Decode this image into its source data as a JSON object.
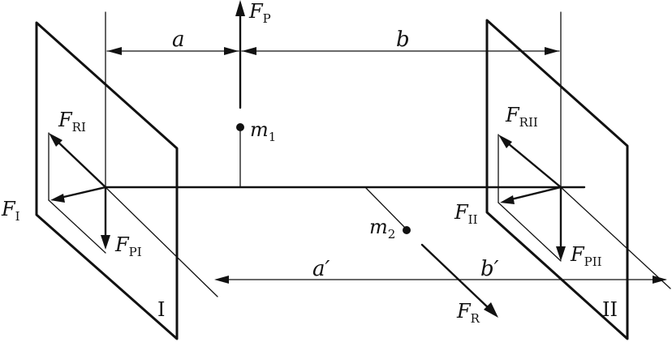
{
  "labels": {
    "FP": {
      "main": "F",
      "sub": "P"
    },
    "FRI": {
      "main": "F",
      "sub": "RI"
    },
    "FI": {
      "main": "F",
      "sub": "I"
    },
    "FPI": {
      "main": "F",
      "sub": "PI"
    },
    "m1": {
      "main": "m",
      "sub": "1"
    },
    "m2": {
      "main": "m",
      "sub": "2"
    },
    "FRII": {
      "main": "F",
      "sub": "RII"
    },
    "FII": {
      "main": "F",
      "sub": "II"
    },
    "FPII": {
      "main": "F",
      "sub": "PII"
    },
    "FR": {
      "main": "F",
      "sub": "R"
    }
  },
  "dimensions": {
    "a": "a",
    "b": "b",
    "a_prime": "a′",
    "b_prime": "b′"
  },
  "planes": {
    "plane1": "I",
    "plane2": "II"
  }
}
